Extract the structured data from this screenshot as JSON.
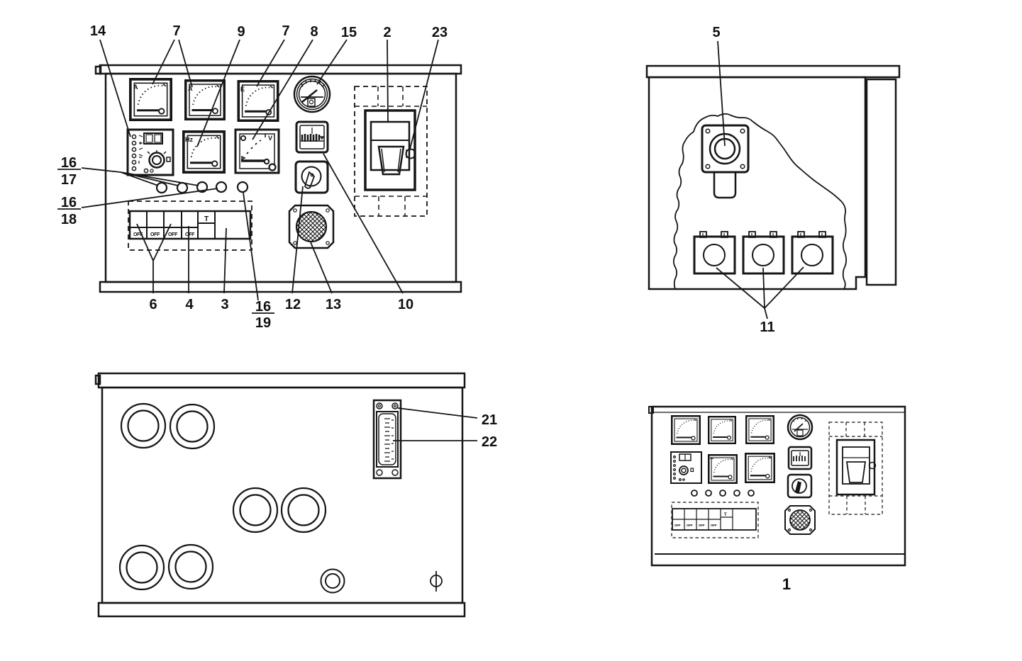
{
  "figure": {
    "background": "#ffffff",
    "ink": "#161616"
  },
  "front_view": {
    "meter_labels": {
      "m1": "A",
      "m2": "A",
      "m3": "E",
      "hz": "Hz",
      "v": "V"
    },
    "switch_row": {
      "off1": "OFF",
      "off2": "OFF",
      "off3": "OFF",
      "off4": "OFF",
      "timer": "T"
    },
    "callouts": {
      "c14": "14",
      "c7a": "7",
      "c9": "9",
      "c7b": "7",
      "c8": "8",
      "c15": "15",
      "c2": "2",
      "c23": "23",
      "c16a": "16",
      "c17": "17",
      "c16b": "16",
      "c18": "18",
      "c6": "6",
      "c4": "4",
      "c3": "3",
      "c16c": "16",
      "c19": "19",
      "c12": "12",
      "c13": "13",
      "c10": "10"
    }
  },
  "rear_view": {
    "callouts": {
      "c5": "5",
      "c11": "11"
    }
  },
  "underside_view": {
    "callouts": {
      "c21": "21",
      "c22": "22"
    }
  },
  "assembly_view": {
    "callouts": {
      "c1": "1"
    }
  }
}
